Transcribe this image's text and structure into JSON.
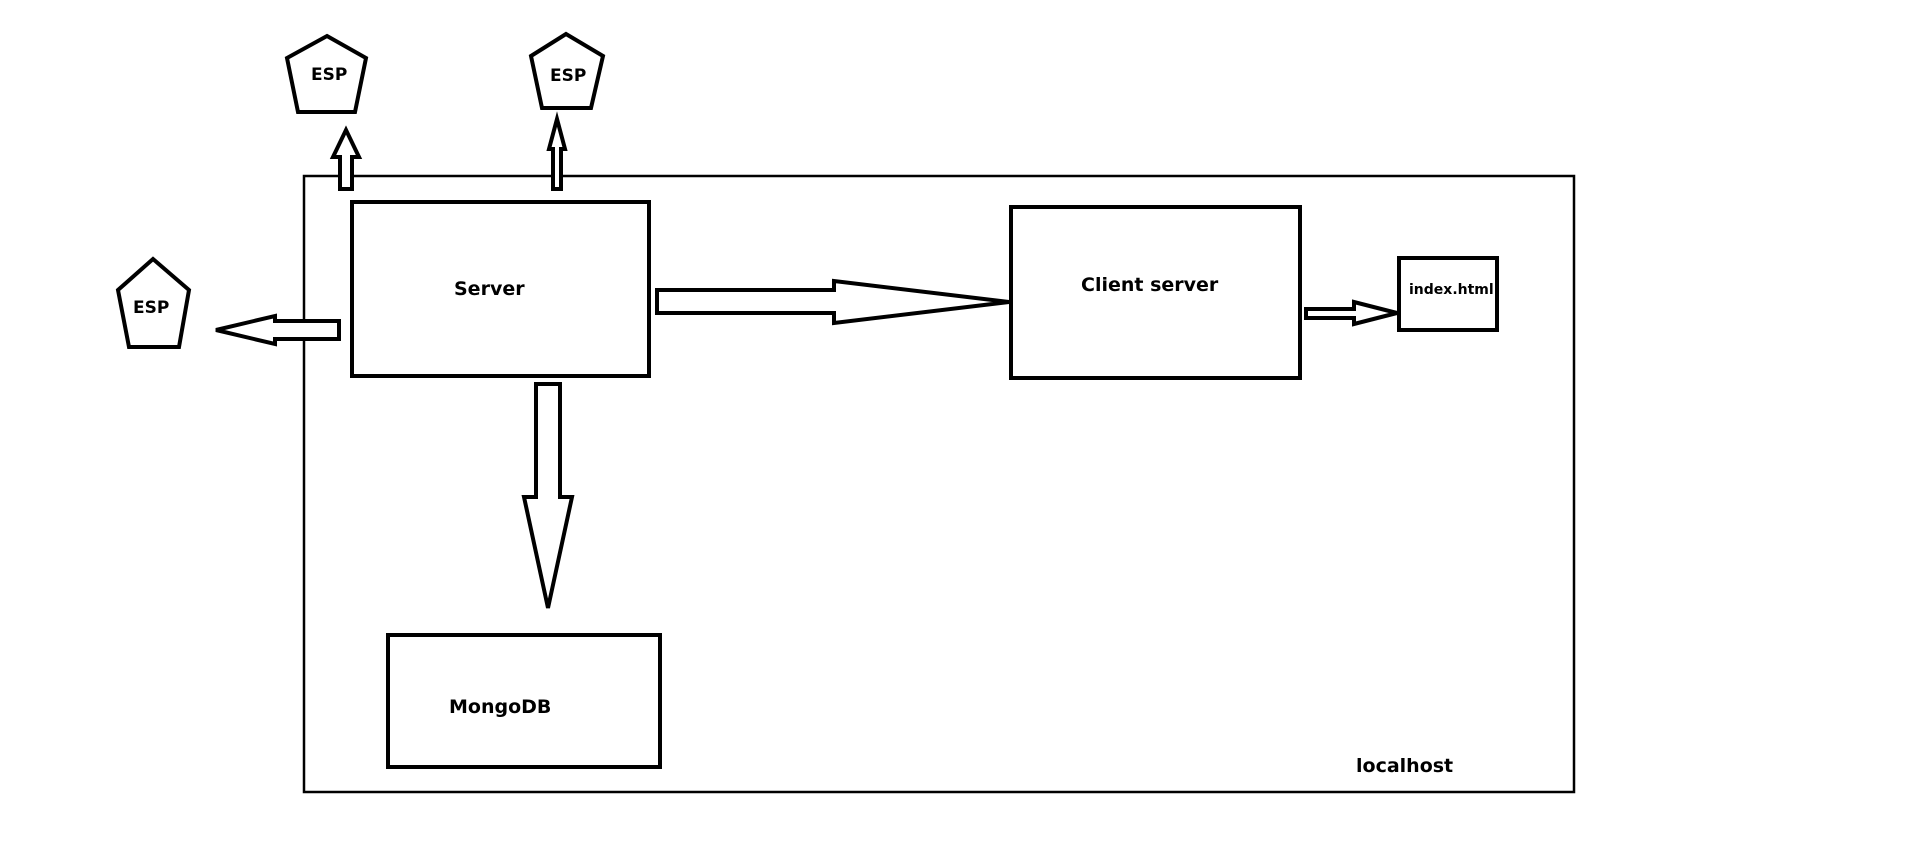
{
  "colors": {
    "stroke": "#000000",
    "fill": "#ffffff",
    "background": "#ffffff"
  },
  "nodes": {
    "server": "Server",
    "client_server": "Client server",
    "index_html": "index.html",
    "mongodb": "MongoDB",
    "localhost": "localhost",
    "esp_top_left": "ESP",
    "esp_top_right": "ESP",
    "esp_left": "ESP"
  },
  "edges": [
    {
      "from": "server",
      "to": "esp_top_left"
    },
    {
      "from": "server",
      "to": "esp_top_right"
    },
    {
      "from": "server",
      "to": "esp_left"
    },
    {
      "from": "server",
      "to": "client_server"
    },
    {
      "from": "server",
      "to": "mongodb"
    },
    {
      "from": "client_server",
      "to": "index_html"
    }
  ]
}
